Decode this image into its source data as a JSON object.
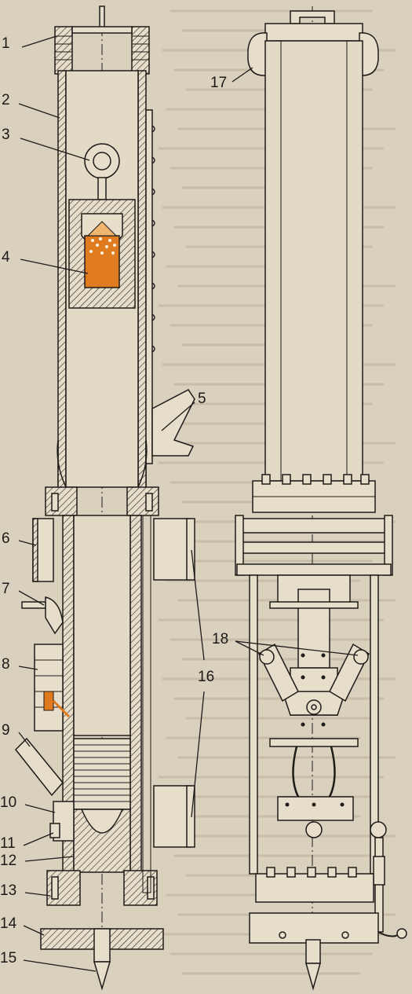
{
  "diagram": {
    "callouts": [
      {
        "id": "c1",
        "text": "1"
      },
      {
        "id": "c2",
        "text": "2"
      },
      {
        "id": "c3",
        "text": "3"
      },
      {
        "id": "c4",
        "text": "4"
      },
      {
        "id": "c5",
        "text": "5"
      },
      {
        "id": "c6",
        "text": "6"
      },
      {
        "id": "c7",
        "text": "7"
      },
      {
        "id": "c8",
        "text": "8"
      },
      {
        "id": "c9",
        "text": "9"
      },
      {
        "id": "c10",
        "text": "10"
      },
      {
        "id": "c11",
        "text": "11"
      },
      {
        "id": "c12",
        "text": "12"
      },
      {
        "id": "c13",
        "text": "13"
      },
      {
        "id": "c14",
        "text": "14"
      },
      {
        "id": "c15",
        "text": "15"
      },
      {
        "id": "c16",
        "text": "16"
      },
      {
        "id": "c17",
        "text": "17"
      },
      {
        "id": "c18",
        "text": "18"
      }
    ],
    "colors": {
      "paper": "#d9d0bd",
      "ink": "#1e1c1a",
      "charge": "#e07a1f"
    }
  }
}
